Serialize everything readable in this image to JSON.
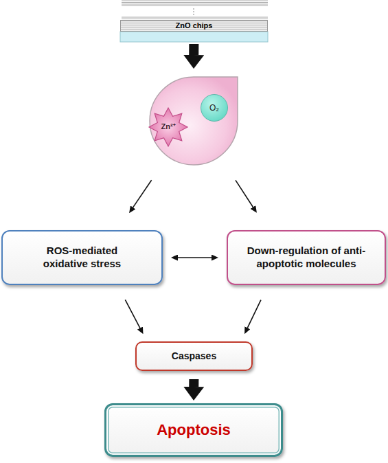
{
  "diagram": {
    "nodes": [
      {
        "text": [
          "ZnO chips"
        ]
      },
      {
        "text": []
      },
      {
        "text": [
          "O₂"
        ],
        "in": 1
      },
      {
        "text": [
          "Zn²⁺"
        ],
        "in": 1
      },
      {
        "text": [
          "ROS-mediated oxidative stress"
        ]
      },
      {
        "text": [
          "Down-regulation of anti-apoptotic molecules"
        ]
      },
      {
        "text": [
          "Caspases"
        ]
      },
      {
        "text": [
          "Apoptosis"
        ]
      }
    ],
    "edges": [
      {
        "from": 0,
        "to": 1,
        "arrow": "to"
      },
      {
        "from": 1,
        "to": 4,
        "arrow": "to"
      },
      {
        "from": 1,
        "to": 5,
        "arrow": "to"
      },
      {
        "from": 4,
        "to": 5,
        "arrow": "both"
      },
      {
        "from": 4,
        "to": 6,
        "arrow": "to"
      },
      {
        "from": 5,
        "to": 6,
        "arrow": "to"
      },
      {
        "from": 6,
        "to": 7,
        "arrow": "to"
      }
    ]
  }
}
